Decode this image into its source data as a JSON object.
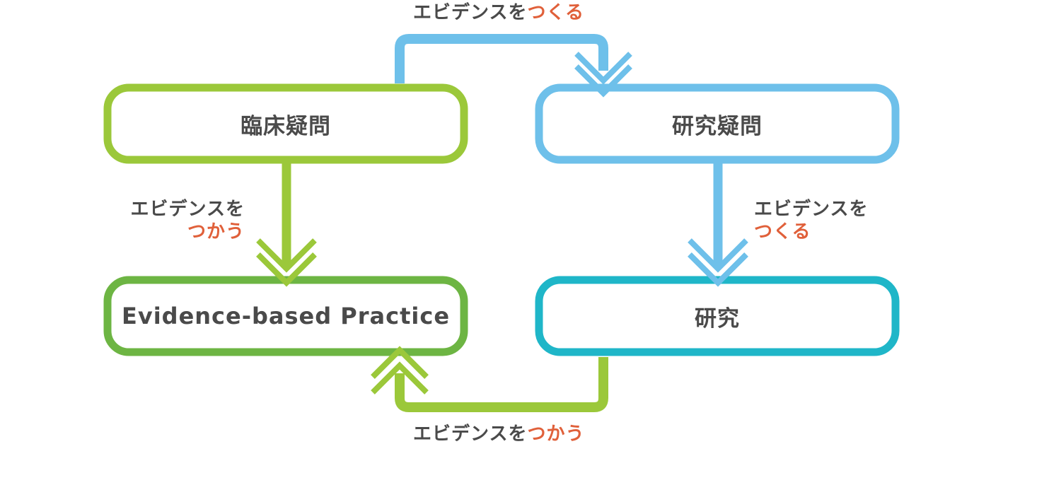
{
  "nodes": {
    "clinical_question": "臨床疑問",
    "research_question": "研究疑問",
    "ebp": "Evidence-based Practice",
    "research": "研究"
  },
  "edges": {
    "top": {
      "main": "エビデンスを",
      "accent": "つくる"
    },
    "left": {
      "main": "エビデンスを",
      "accent": "つかう"
    },
    "right": {
      "main": "エビデンスを",
      "accent": "つくる"
    },
    "bottom": {
      "main": "エビデンスを",
      "accent": "つかう"
    }
  },
  "colors": {
    "light_green": "#9bc83a",
    "green": "#6db543",
    "light_blue": "#6ec0ea",
    "teal": "#1fb6c8",
    "accent_orange": "#e0603a",
    "text": "#4a4a4a"
  }
}
